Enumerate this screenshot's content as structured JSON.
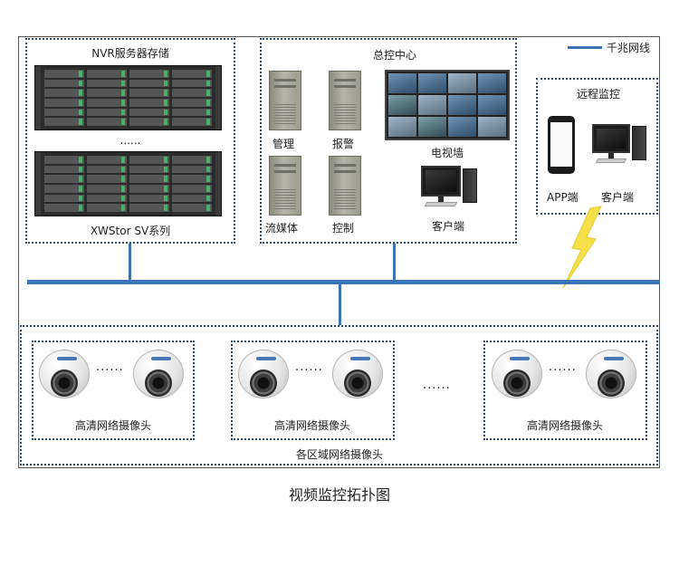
{
  "legend": {
    "label": "千兆网线",
    "color": "#3b73b9"
  },
  "nvr": {
    "title": "NVR服务器存储",
    "ellipsis": "......",
    "series": "XWStor SV系列"
  },
  "control_center": {
    "title": "总控中心",
    "servers": [
      "管理",
      "报警",
      "流媒体",
      "控制"
    ],
    "video_wall": "电视墙",
    "client": "客户端"
  },
  "remote": {
    "title": "远程监控",
    "app": "APP端",
    "client": "客户端"
  },
  "cameras": {
    "groups": [
      {
        "label": "高清网络摄像头",
        "dots": "......"
      },
      {
        "label": "高清网络摄像头",
        "dots": "......"
      },
      {
        "label": "高清网络摄像头",
        "dots": "......"
      }
    ],
    "between_dots": "......",
    "zone_label": "各区域网络摄像头"
  },
  "caption": "视频监控拓扑图"
}
